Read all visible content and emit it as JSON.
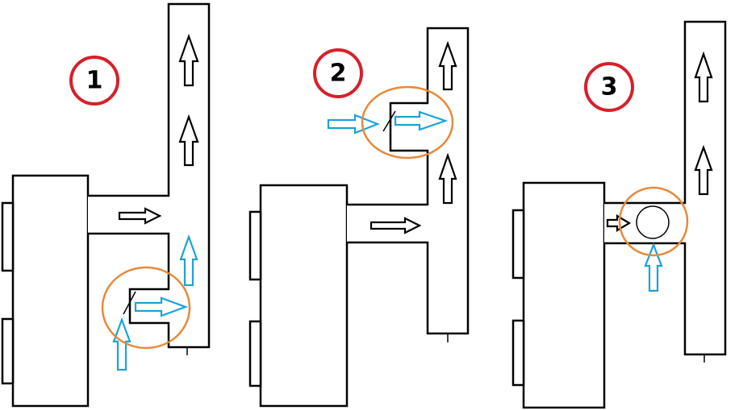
{
  "colors": {
    "badge_ring": "#d6202a",
    "highlight_ring": "#e8893a",
    "outside_air_arrow": "#1aa3d9",
    "flow_arrow": "#000000"
  },
  "panels": [
    {
      "label": "1"
    },
    {
      "label": "2"
    },
    {
      "label": "3"
    }
  ]
}
